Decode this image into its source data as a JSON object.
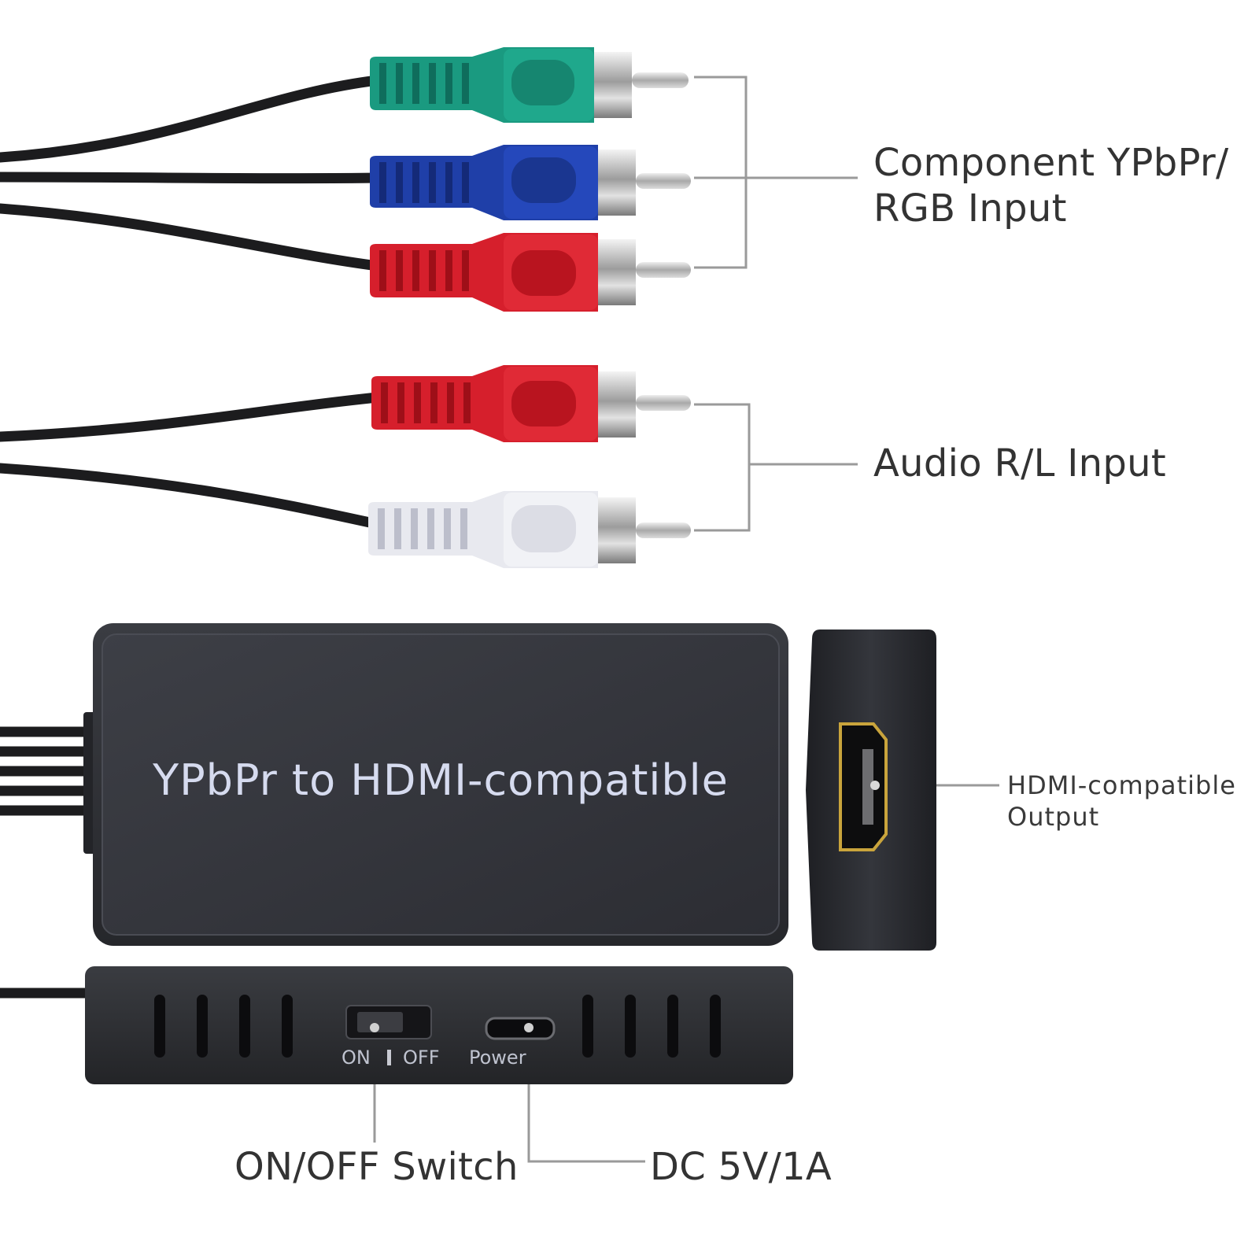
{
  "callouts": {
    "component_input": [
      "Component YPbPr/",
      "RGB Input"
    ],
    "audio_input": "Audio R/L Input",
    "hdmi_output": [
      "HDMI-compatible",
      "Output"
    ],
    "switch": "ON/OFF Switch",
    "dc_power": "DC 5V/1A"
  },
  "device": {
    "title": "YPbPr to HDMI-compatible",
    "switch_on": "ON",
    "switch_off": "OFF",
    "power_port": "Power"
  },
  "colors": {
    "green_plug": "#1a9a80",
    "blue_plug": "#1f3fa8",
    "red_plug": "#d61f2c",
    "white_plug": "#e8e9ef",
    "device_body": "#2f3136",
    "leader_line": "#9a9a9a"
  }
}
